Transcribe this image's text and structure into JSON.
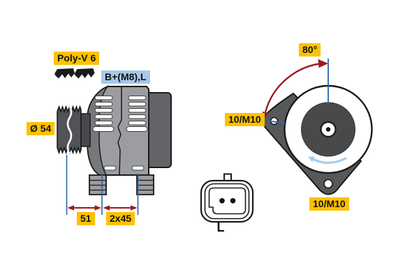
{
  "diagram_title": "Alternator technical drawing",
  "colors": {
    "yellow": "#FCC200",
    "lightblue": "#A7C9EA",
    "dim_blue": "#2E64A8",
    "arrow_red": "#9B1B20",
    "rotation_blue": "#A9CDEC",
    "body_gray": "#9B9DA0",
    "dark_gray": "#56585A"
  },
  "labels": {
    "belt": "Poly-V 6",
    "terminals": "B+(M8),L",
    "pulley_diameter": "Ø 54",
    "dim_left": "51",
    "dim_right": "2x45",
    "swing_angle": "80°",
    "mount_upper": "10/M10",
    "mount_lower": "10/M10",
    "connector_pin": "L"
  },
  "icons": {
    "belt-profile-icon": "two serrated poly-V belt segment glyphs",
    "angle-arc-arrow-icon": "dark red double-headed arc arrow",
    "rotation-arrow-icon": "light blue counterclockwise rotation arrow",
    "dimension-arrow-icon": "dark red double-headed dimension arrows"
  }
}
